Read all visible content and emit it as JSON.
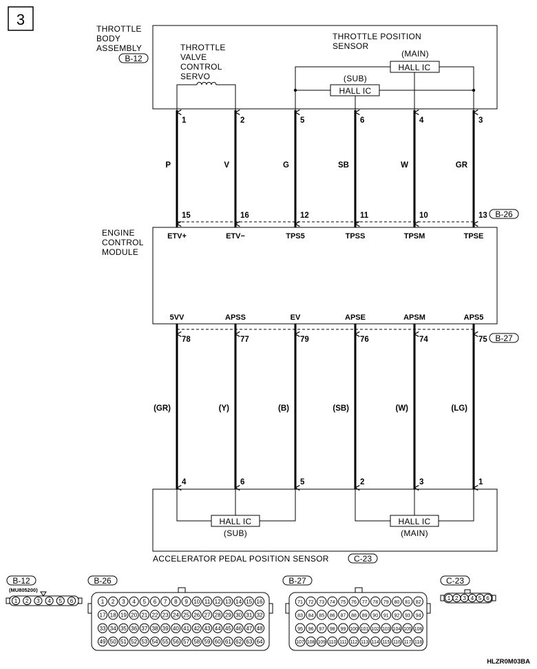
{
  "page_number": "3",
  "top_assembly": {
    "title_lines": [
      "THROTTLE",
      "BODY",
      "ASSEMBLY"
    ],
    "connector": "B-12",
    "servo_lines": [
      "THROTTLE",
      "VALVE",
      "CONTROL",
      "SERVO"
    ],
    "sensor_lines": [
      "THROTTLE POSITION",
      "SENSOR"
    ],
    "main_label": "(MAIN)",
    "sub_label": "(SUB)",
    "hall_ic": "HALL IC"
  },
  "top_wires": [
    {
      "pin_top": "1",
      "color": "P",
      "pin_bottom": "15",
      "terminal": "ETV+"
    },
    {
      "pin_top": "2",
      "color": "V",
      "pin_bottom": "16",
      "terminal": "ETV−"
    },
    {
      "pin_top": "5",
      "color": "G",
      "pin_bottom": "12",
      "terminal": "TPS5"
    },
    {
      "pin_top": "6",
      "color": "SB",
      "pin_bottom": "11",
      "terminal": "TPSS"
    },
    {
      "pin_top": "4",
      "color": "W",
      "pin_bottom": "10",
      "terminal": "TPSM"
    },
    {
      "pin_top": "3",
      "color": "GR",
      "pin_bottom": "13",
      "terminal": "TPSE"
    }
  ],
  "ecm": {
    "title_lines": [
      "ENGINE",
      "CONTROL",
      "MODULE"
    ],
    "connector_top": "B-26",
    "connector_bottom": "B-27"
  },
  "bottom_wires": [
    {
      "terminal": "5VV",
      "pin_top": "78",
      "color": "(GR)",
      "pin_bottom": "4"
    },
    {
      "terminal": "APSS",
      "pin_top": "77",
      "color": "(Y)",
      "pin_bottom": "6"
    },
    {
      "terminal": "EV",
      "pin_top": "79",
      "color": "(B)",
      "pin_bottom": "5"
    },
    {
      "terminal": "APSE",
      "pin_top": "76",
      "color": "(SB)",
      "pin_bottom": "2"
    },
    {
      "terminal": "APSM",
      "pin_top": "74",
      "color": "(W)",
      "pin_bottom": "3"
    },
    {
      "terminal": "APS5",
      "pin_top": "75",
      "color": "(LG)",
      "pin_bottom": "1"
    }
  ],
  "accelerator": {
    "title": "ACCELERATOR PEDAL POSITION SENSOR",
    "connector": "C-23",
    "sub_label": "(SUB)",
    "main_label": "(MAIN)",
    "hall_ic": "HALL IC"
  },
  "connectors": {
    "b12": {
      "label": "B-12",
      "part": "(MU805200)",
      "pins": [
        "1",
        "2",
        "3",
        "4",
        "5",
        "6"
      ]
    },
    "b26": {
      "label": "B-26",
      "rows": [
        [
          "1",
          "2",
          "3",
          "4",
          "5",
          "6",
          "7",
          "8",
          "9",
          "10",
          "11",
          "12",
          "13",
          "14",
          "15",
          "16"
        ],
        [
          "17",
          "18",
          "19",
          "20",
          "21",
          "22",
          "23",
          "24",
          "25",
          "26",
          "27",
          "28",
          "29",
          "30",
          "31",
          "32"
        ],
        [
          "33",
          "34",
          "35",
          "36",
          "37",
          "38",
          "39",
          "40",
          "41",
          "42",
          "43",
          "44",
          "45",
          "46",
          "47",
          "48"
        ],
        [
          "49",
          "50",
          "51",
          "52",
          "53",
          "54",
          "55",
          "56",
          "57",
          "58",
          "59",
          "60",
          "61",
          "62",
          "63",
          "64"
        ]
      ]
    },
    "b27": {
      "label": "B-27",
      "rows": [
        [
          "71",
          "72",
          "73",
          "74",
          "75",
          "76",
          "77",
          "78",
          "79",
          "80",
          "81",
          "82"
        ],
        [
          "83",
          "84",
          "85",
          "86",
          "87",
          "88",
          "89",
          "90",
          "91",
          "92",
          "93",
          "94"
        ],
        [
          "95",
          "96",
          "97",
          "98",
          "99",
          "100",
          "101",
          "102",
          "103",
          "104",
          "105",
          "106"
        ],
        [
          "107",
          "108",
          "109",
          "110",
          "111",
          "112",
          "113",
          "114",
          "115",
          "116",
          "117",
          "118"
        ]
      ]
    },
    "c23": {
      "label": "C-23",
      "pins": [
        "1",
        "2",
        "3",
        "4",
        "5",
        "6"
      ]
    }
  },
  "figure_code": "HLZR0M03BA"
}
